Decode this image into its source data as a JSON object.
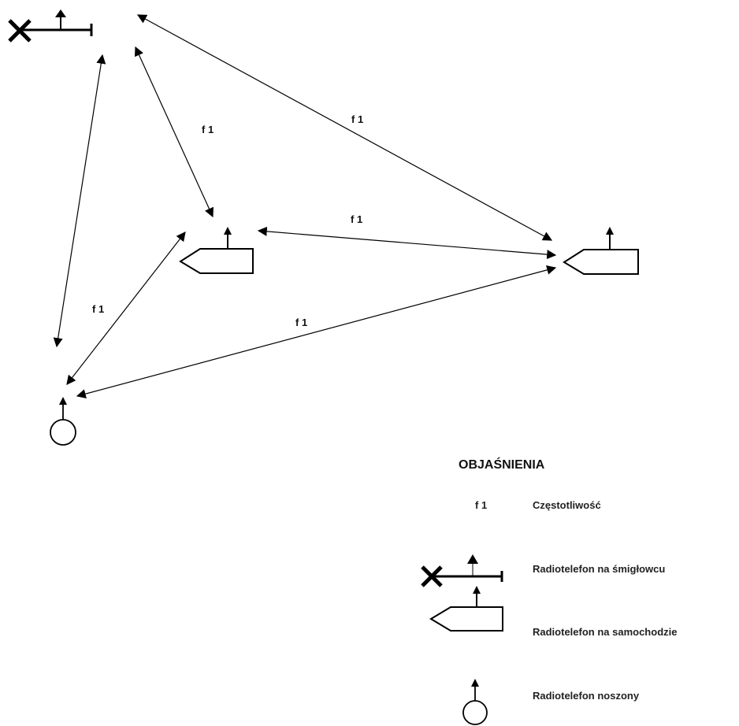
{
  "diagram": {
    "link_label": "f 1",
    "links": [
      {
        "from": "helicopter",
        "to": "car-center",
        "label": "f 1"
      },
      {
        "from": "helicopter",
        "to": "car-right",
        "label": "f 1"
      },
      {
        "from": "car-center",
        "to": "car-right",
        "label": "f 1"
      },
      {
        "from": "helicopter",
        "to": "portable",
        "label": ""
      },
      {
        "from": "portable",
        "to": "car-center",
        "label": "f 1"
      },
      {
        "from": "portable",
        "to": "car-right",
        "label": "f 1"
      }
    ]
  },
  "legend": {
    "title": "OBJAŚNIENIA",
    "frequency_symbol": "f 1",
    "frequency_label": "Częstotliwość",
    "items": [
      {
        "icon": "helicopter-radio-icon",
        "label": "Radiotelefon na śmigłowcu"
      },
      {
        "icon": "car-radio-icon",
        "label": "Radiotelefon na samochodzie"
      },
      {
        "icon": "portable-radio-icon",
        "label": "Radiotelefon noszony"
      }
    ]
  }
}
